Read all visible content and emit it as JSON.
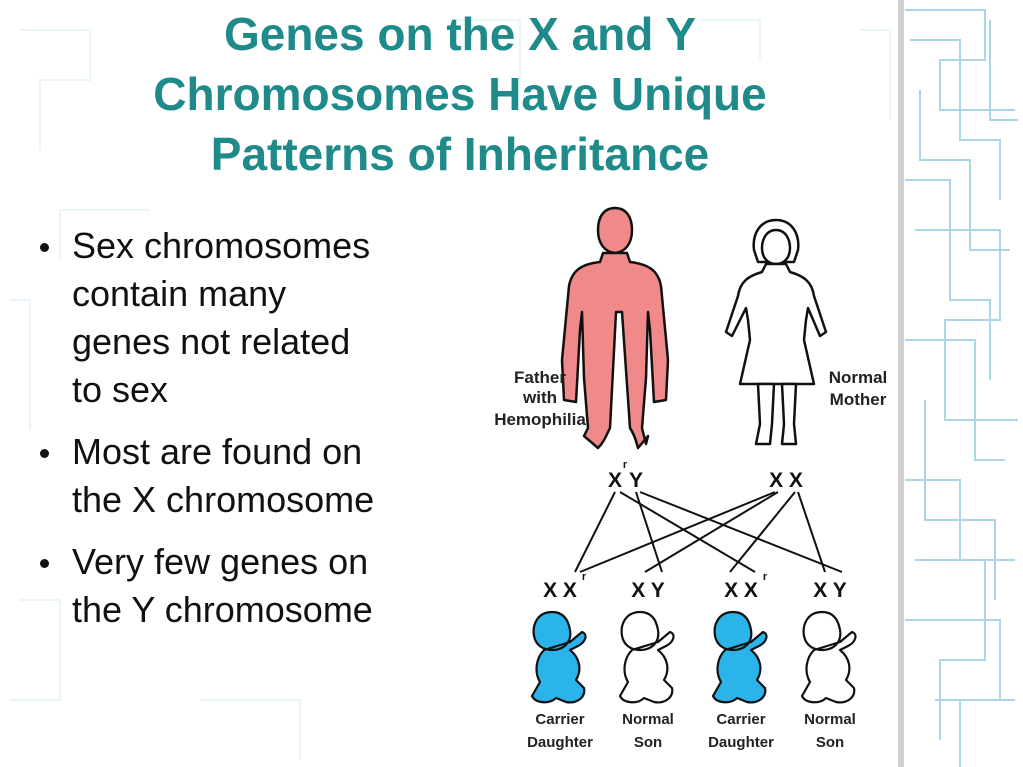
{
  "slide": {
    "title_lines": [
      "Genes on the X and Y",
      "Chromosomes Have Unique",
      "Patterns of Inheritance"
    ],
    "bullets": [
      {
        "lines": [
          "Sex chromosomes",
          "contain many",
          "genes not related",
          "to sex"
        ]
      },
      {
        "lines": [
          "Most are found on",
          "the X chromosome"
        ]
      },
      {
        "lines": [
          "Very few genes on",
          "the Y chromosome"
        ]
      }
    ]
  },
  "diagram": {
    "father": {
      "label_lines": [
        "Father",
        "with",
        "Hemophilia"
      ],
      "genotype": [
        "X",
        "r",
        "Y"
      ]
    },
    "mother": {
      "label_lines": [
        "Normal",
        "Mother"
      ],
      "genotype": [
        "X X"
      ]
    },
    "offspring": [
      {
        "genotype_main": "X X",
        "genotype_sup": "r",
        "label_lines": [
          "Carrier",
          "Daughter"
        ]
      },
      {
        "genotype_main": "X Y",
        "genotype_sup": "",
        "label_lines": [
          "Normal",
          "Son"
        ]
      },
      {
        "genotype_main": "X X",
        "genotype_sup": "r",
        "label_lines": [
          "Carrier",
          "Daughter"
        ]
      },
      {
        "genotype_main": "X Y",
        "genotype_sup": "",
        "label_lines": [
          "Normal",
          "Son"
        ]
      }
    ],
    "colors": {
      "affected": "#f08a8a",
      "carrier": "#2ab4ea",
      "normal": "#ffffff",
      "outline": "#111111",
      "title": "#1e8a8a",
      "circuit": "#a9d6e8"
    }
  }
}
